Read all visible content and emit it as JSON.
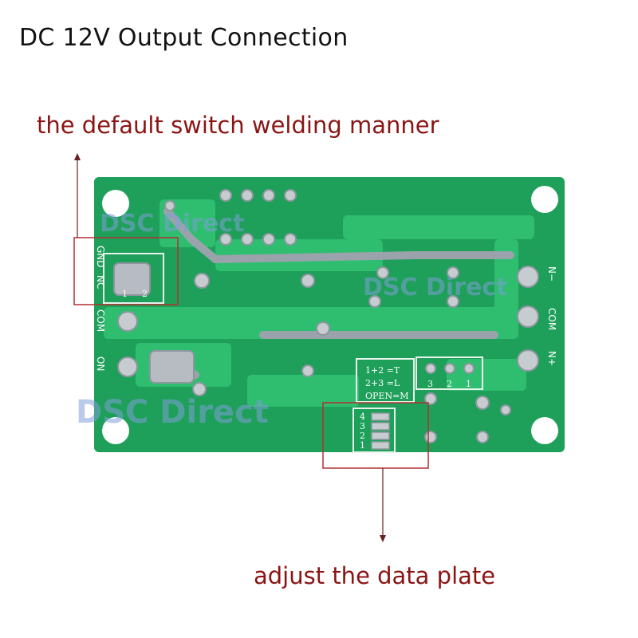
{
  "title": "DC 12V Output Connection",
  "callouts": {
    "top": "the default switch welding manner",
    "bottom": "adjust the data  plate"
  },
  "board": {
    "left_labels": [
      "GND",
      "NC",
      "COM",
      "ON"
    ],
    "right_labels": [
      "N−",
      "COM",
      "N+"
    ],
    "switch_pads": [
      "1",
      "2"
    ],
    "jumper_legend": [
      "1+2 =T",
      "2+3 =L",
      "OPEN=M"
    ],
    "jumper_pins": [
      "3",
      "2",
      "1"
    ],
    "dip_numbers": [
      "4",
      "3",
      "2",
      "1"
    ],
    "watermark": "DSC Direct"
  },
  "colors": {
    "background": "#ffffff",
    "pcb": "#1ea05a",
    "pcb_trace": "#2fbd70",
    "callout": "#8b1414",
    "box": "#b03030"
  },
  "icons": [
    "up-arrow-icon",
    "down-arrow-icon"
  ]
}
